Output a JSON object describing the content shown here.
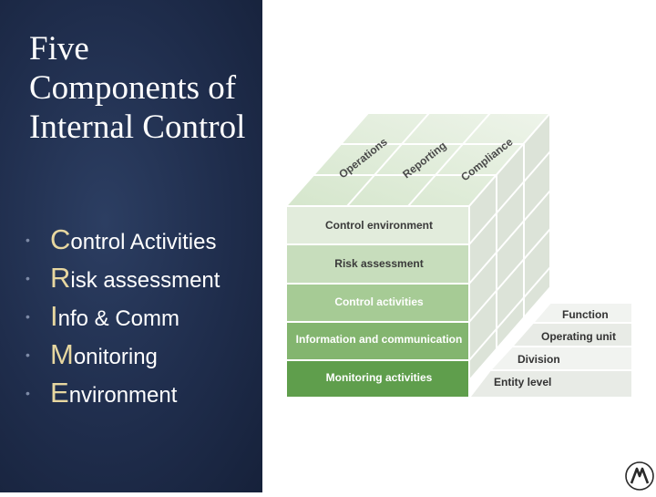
{
  "slide": {
    "title": "Five Components of Internal Control",
    "bullets": [
      {
        "initial": "C",
        "rest": "ontrol Activities"
      },
      {
        "initial": "R",
        "rest": "isk assessment"
      },
      {
        "initial": "I",
        "rest": "nfo & Comm"
      },
      {
        "initial": "M",
        "rest": "onitoring"
      },
      {
        "initial": "E",
        "rest": "nvironment"
      }
    ]
  },
  "cube": {
    "top_labels": [
      "Operations",
      "Reporting",
      "Compliance"
    ],
    "front_rows": [
      "Control environment",
      "Risk assessment",
      "Control activities",
      "Information and communication",
      "Monitoring activities"
    ],
    "side_labels": [
      "Function",
      "Operating unit",
      "Division",
      "Entity level"
    ]
  },
  "colors": {
    "panel_background": "#1f2d4c",
    "title_text": "#ffffff",
    "initial_letter": "#e7d7a0",
    "row_shades": [
      "#e2ecdc",
      "#c7ddbc",
      "#a6cb95",
      "#83b56f",
      "#5f9e4c"
    ]
  }
}
